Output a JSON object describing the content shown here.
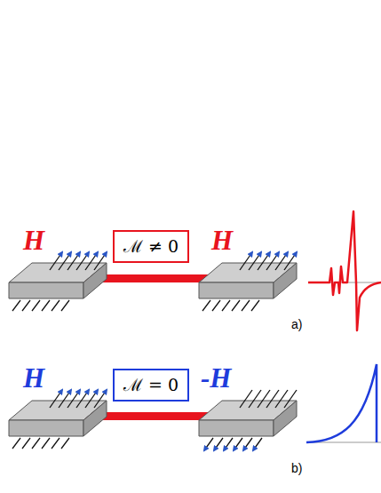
{
  "diagram": {
    "nodes": [
      {
        "text": [
          "ℳ ≠ 0"
        ]
      },
      {
        "text": [
          "ℳ = 0"
        ]
      }
    ],
    "labels": [
      "H",
      "H",
      "a)",
      "H",
      "-H",
      "b)"
    ]
  }
}
